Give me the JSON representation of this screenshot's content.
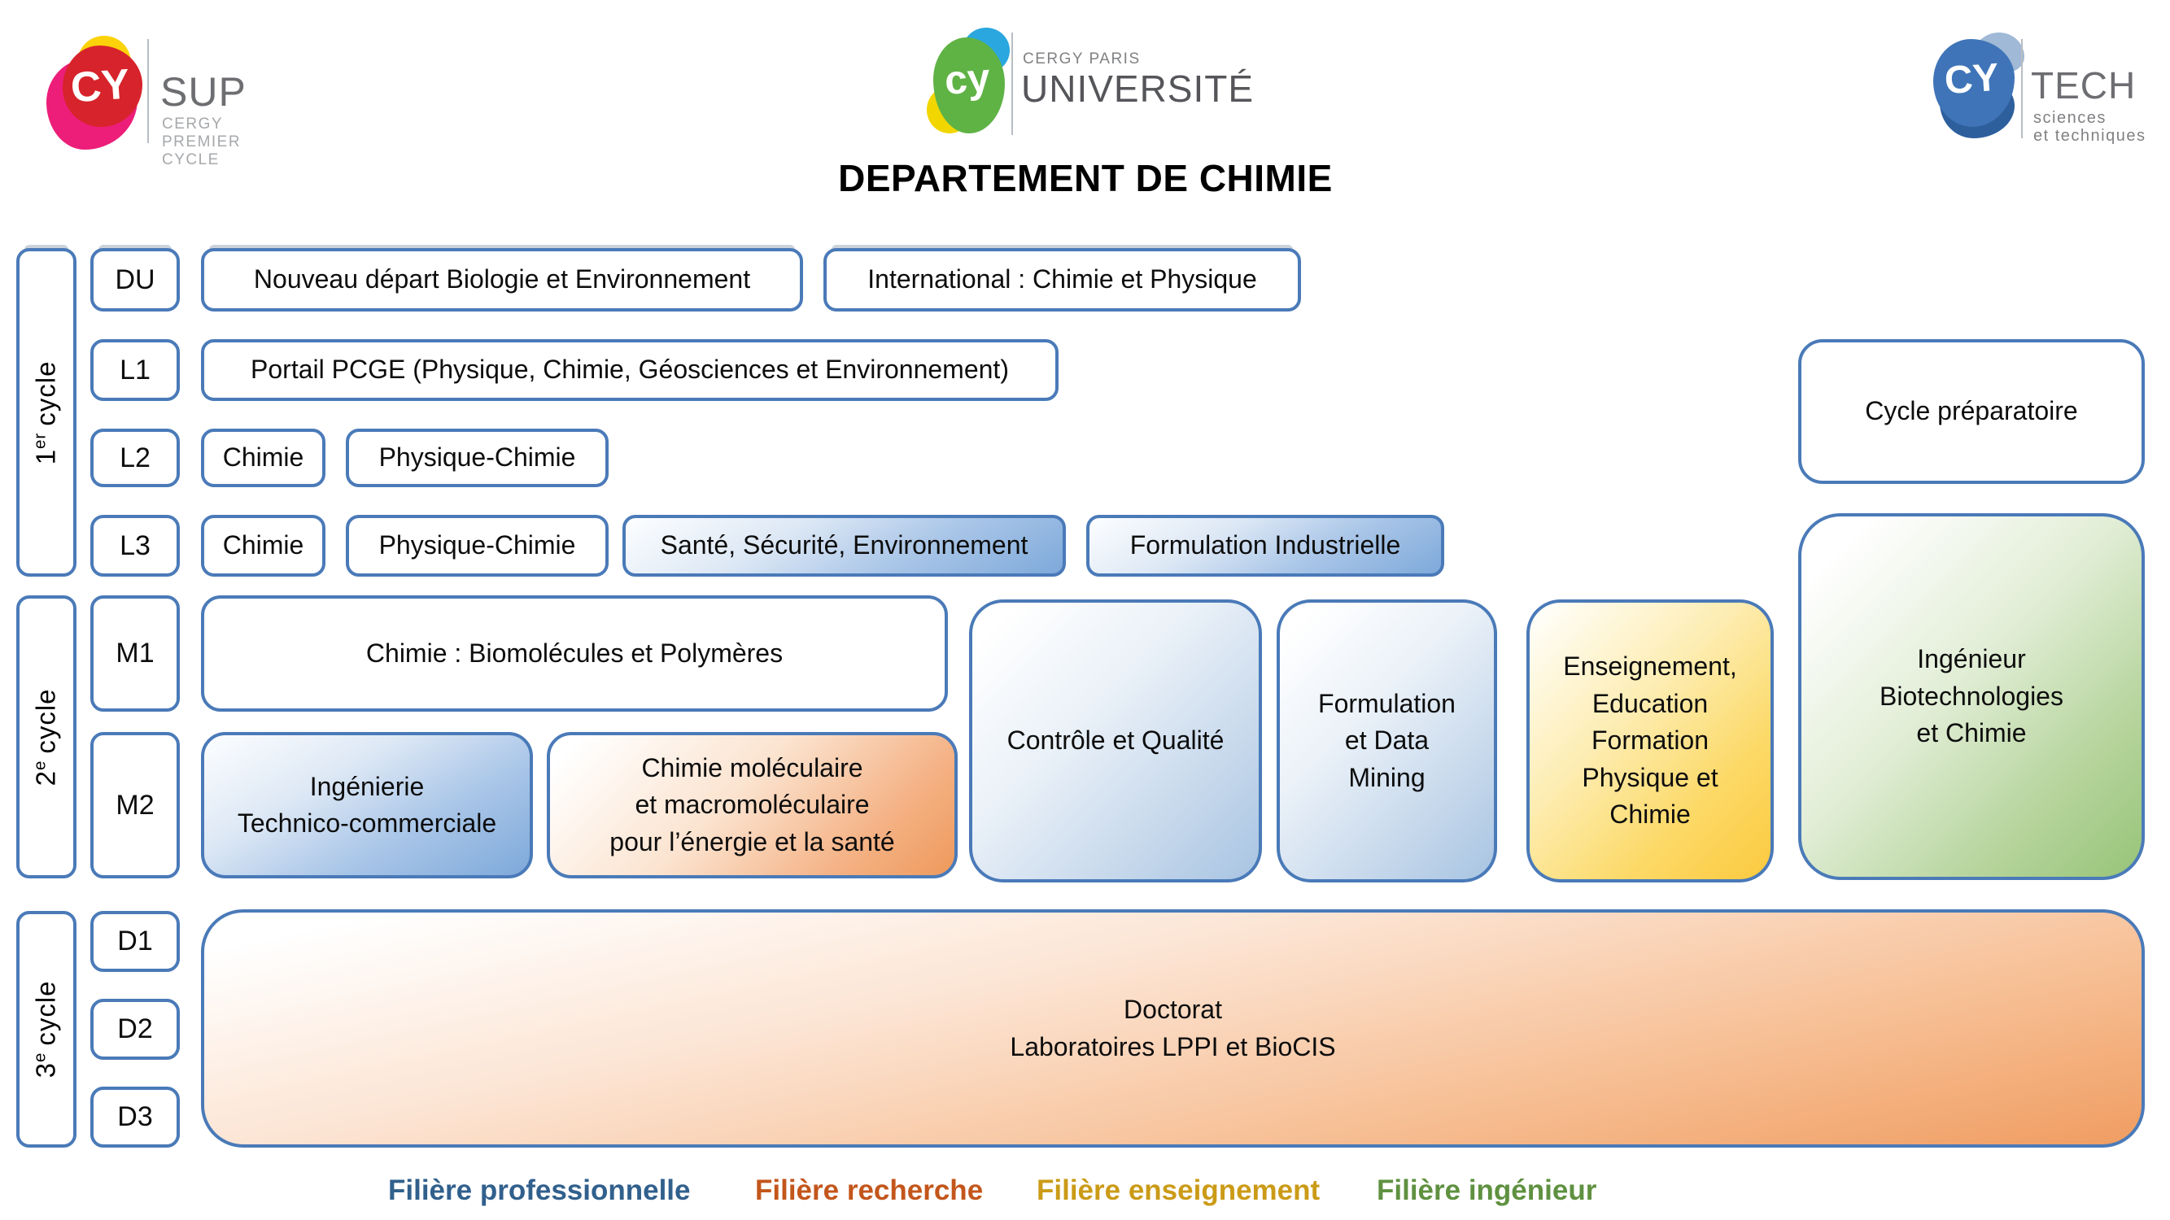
{
  "header": {
    "title": "DEPARTEMENT DE CHIMIE",
    "logos": {
      "sup": {
        "monogram": "CY",
        "name": "SUP",
        "line1": "CERGY",
        "line2": "PREMIER CYCLE"
      },
      "universite": {
        "monogram": "cy",
        "line1": "CERGY PARIS",
        "name": "UNIVERSITÉ"
      },
      "tech": {
        "monogram": "CY",
        "name": "TECH",
        "line1": "sciences",
        "line2": "et techniques"
      }
    }
  },
  "palette": {
    "box_border": "#4a7ab8",
    "filiere_professionnelle": "#31608C",
    "filiere_recherche": "#C3561B",
    "filiere_enseignement": "#CB9B17",
    "filiere_ingenieur": "#5F9140"
  },
  "cycles": {
    "c1": {
      "num": "1",
      "sup": "er",
      "word": "cycle"
    },
    "c2": {
      "num": "2",
      "sup": "e",
      "word": "cycle"
    },
    "c3": {
      "num": "3",
      "sup": "e",
      "word": "cycle"
    }
  },
  "levels": {
    "du": "DU",
    "l1": "L1",
    "l2": "L2",
    "l3": "L3",
    "m1": "M1",
    "m2": "M2",
    "d1": "D1",
    "d2": "D2",
    "d3": "D3"
  },
  "programs": {
    "du_nouveau_depart": {
      "label": "Nouveau départ Biologie et Environnement"
    },
    "du_international": {
      "label": "International : Chimie et Physique"
    },
    "l1_portail": {
      "label": "Portail PCGE (Physique, Chimie, Géosciences et Environnement)"
    },
    "l2_chimie": {
      "label": "Chimie"
    },
    "l2_physique_chimie": {
      "label": "Physique-Chimie"
    },
    "l3_chimie": {
      "label": "Chimie"
    },
    "l3_physique_chimie": {
      "label": "Physique-Chimie"
    },
    "l3_sante": {
      "label": "Santé, Sécurité, Environnement",
      "filiere": "professionnelle"
    },
    "l3_formulation": {
      "label": "Formulation Industrielle",
      "filiere": "professionnelle"
    },
    "m1_biomolecules": {
      "label": "Chimie : Biomolécules et Polymères"
    },
    "m2_ingenierie": {
      "label": "Ingénierie\nTechnico-commerciale",
      "filiere": "professionnelle"
    },
    "m2_chimie_moleculaire": {
      "label": "Chimie moléculaire\net macromoléculaire\npour l’énergie et la santé",
      "filiere": "recherche"
    },
    "controle_qualite": {
      "label": "Contrôle et Qualité",
      "filiere": "professionnelle"
    },
    "formulation_data_mining": {
      "label": "Formulation\net Data\nMining",
      "filiere": "professionnelle"
    },
    "enseignement": {
      "label": "Enseignement,\nEducation\nFormation\nPhysique et\nChimie",
      "filiere": "enseignement"
    },
    "cycle_preparatoire": {
      "label": "Cycle préparatoire"
    },
    "ingenieur_biotech": {
      "label": "Ingénieur\nBiotechnologies\net Chimie",
      "filiere": "ingenieur"
    },
    "doctorat": {
      "label": "Doctorat\nLaboratoires LPPI et BioCIS",
      "filiere": "recherche"
    }
  },
  "legend": {
    "items": [
      {
        "label": "Filière professionnelle",
        "color": "#31608C"
      },
      {
        "label": "Filière recherche",
        "color": "#C3561B"
      },
      {
        "label": "Filière enseignement",
        "color": "#CB9B17"
      },
      {
        "label": "Filière ingénieur",
        "color": "#5F9140"
      }
    ]
  }
}
